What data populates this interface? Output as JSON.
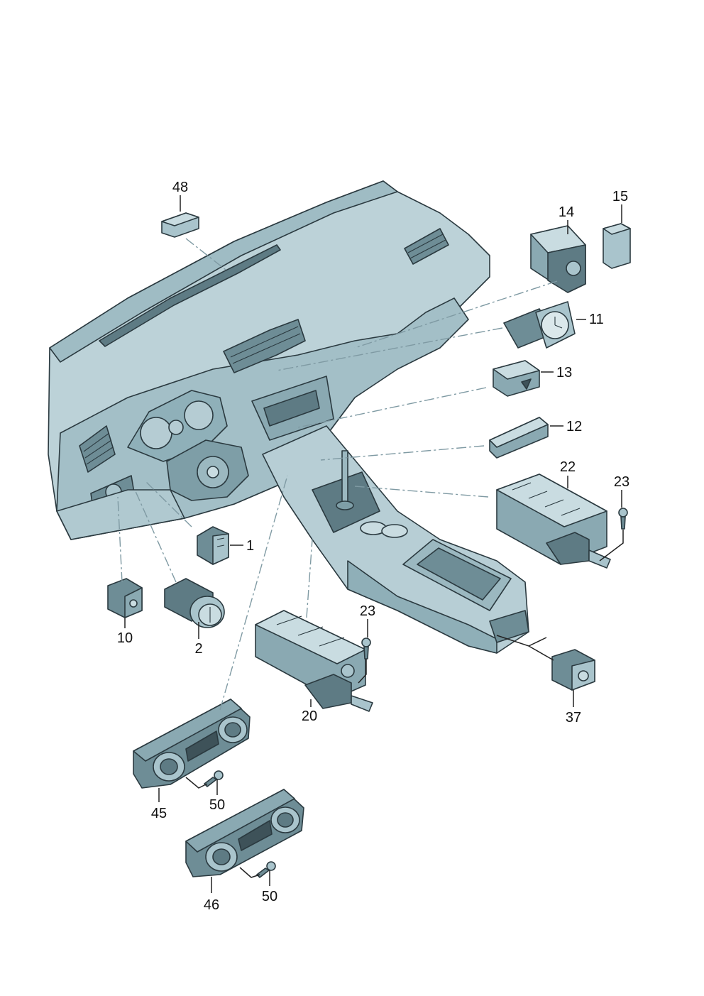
{
  "callouts": {
    "c48": "48",
    "c14": "14",
    "c15": "15",
    "c11": "11",
    "c13": "13",
    "c12": "12",
    "c22": "22",
    "c23a": "23",
    "c1": "1",
    "c10": "10",
    "c2": "2",
    "c23b": "23",
    "c20": "20",
    "c37": "37",
    "c45": "45",
    "c50a": "50",
    "c46": "46",
    "c50b": "50"
  },
  "colors": {
    "part_fill": "#a9c4cc",
    "part_fill_light": "#c9dce1",
    "part_shadow": "#6e8d96",
    "part_dark": "#3e5259",
    "leader_dash": "#7f9aa3"
  }
}
